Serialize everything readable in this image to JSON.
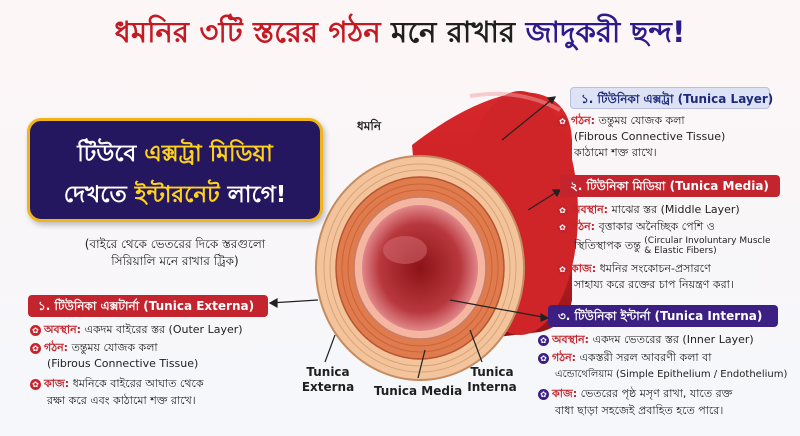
{
  "title": {
    "part1": "ধমনির ৩টি স্তরের গঠন",
    "part2": "মনে রাখার",
    "part3": "জাদুকরী ছন্দ!"
  },
  "slogan": {
    "l1a": "টিউবে",
    "l1b": "এক্সট্রা মিডিয়া",
    "l2a": "দেখতে",
    "l2b": "ইন্টারনেট",
    "l2c": "লাগে!"
  },
  "trick": {
    "line1": "(বাইরে থেকে ভেতরের দিকে স্তরগুলো",
    "line2": "সিরিয়ালি মনে রাখার ট্রিক)"
  },
  "diagram": {
    "vessel_label": "ধমনি",
    "cap_externa_1": "Tunica",
    "cap_externa_2": "Externa",
    "cap_media": "Tunica Media",
    "cap_interna_1": "Tunica",
    "cap_interna_2": "Interna"
  },
  "right_top": {
    "heading": "১. টিউনিকা এক্সট্রা (Tunica Layer)",
    "k1": "গঠন:",
    "v1": "তন্তুময় যোজক কলা",
    "v1b": "(Fibrous Connective Tissue)",
    "v1c": "কাঠামো শক্ত রাখে।"
  },
  "right_mid": {
    "heading": "২. টিউনিকা মিডিয়া (Tunica Media)",
    "k1": "অবস্থান:",
    "v1": "মাঝের স্তর (Middle Layer)",
    "k2": "গঠন:",
    "v2": "বৃত্তাকার অনৈচ্ছিক পেশি ও",
    "v2b": "স্থিতিস্থাপক তন্তু",
    "v2c": "(Circular Involuntary Muscle",
    "v2d": "& Elastic Fibers)",
    "k3": "কাজ:",
    "v3": "ধমনির সংকোচন-প্রসারণে",
    "v3b": "সাহায্য করে রক্তের চাপ নিয়ন্ত্রণ করা।"
  },
  "right_bot": {
    "heading": "৩. টিউনিকা ইন্টার্না (Tunica Interna)",
    "k1": "অবস্থান:",
    "v1": "একদম ভেতরের স্তর (Inner Layer)",
    "k2": "গঠন:",
    "v2": "একস্তরী সরল আবরণী কলা বা",
    "v2b": "এন্ডোথেলিয়াম (Simple Epithelium / Endothelium)",
    "k3": "কাজ:",
    "v3": "ভেতরের পৃষ্ঠ মসৃণ রাখা, যাতে রক্ত",
    "v3b": "বাধা ছাড়া সহজেই প্রবাহিত হতে পারে।"
  },
  "left_box": {
    "heading": "১. টিউনিকা এক্সটার্না (Tunica Externa)",
    "k1": "অবস্থান:",
    "v1": "একদম বাইরের স্তর (Outer Layer)",
    "k2": "গঠন:",
    "v2": "তন্তুময় যোজক কলা",
    "v2b": "(Fibrous Connective Tissue)",
    "k3": "কাজ:",
    "v3": "ধমনিকে বাইরের আঘাত থেকে",
    "v3b": "রক্ষা করে এবং কাঠামো শক্ত রাখে।"
  }
}
